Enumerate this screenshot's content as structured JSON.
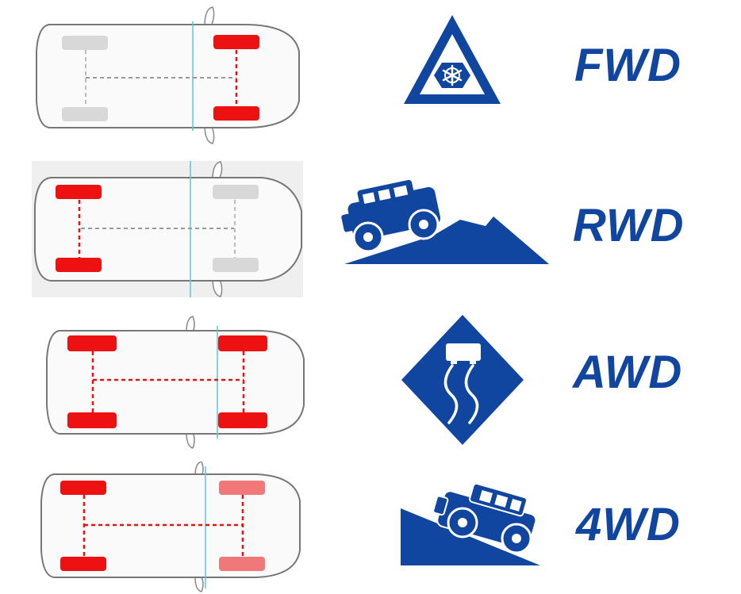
{
  "colors": {
    "brand_blue": "#1046a0",
    "wheel_active": "#ee1111",
    "wheel_partial": "#f07878",
    "wheel_idle": "#d8d8d8",
    "guide_line": "#5ec6d8"
  },
  "rows": [
    {
      "label": "FWD",
      "icon": "snow-warning-triangle-icon",
      "wheels": {
        "front": "active",
        "rear": "idle"
      }
    },
    {
      "label": "RWD",
      "icon": "jeep-on-mountain-icon",
      "wheels": {
        "front": "idle",
        "rear": "active"
      }
    },
    {
      "label": "AWD",
      "icon": "slippery-road-diamond-icon",
      "wheels": {
        "front": "active",
        "rear": "active"
      }
    },
    {
      "label": "4WD",
      "icon": "jeep-climbing-slope-icon",
      "wheels": {
        "front": "partial",
        "rear": "active"
      }
    }
  ]
}
